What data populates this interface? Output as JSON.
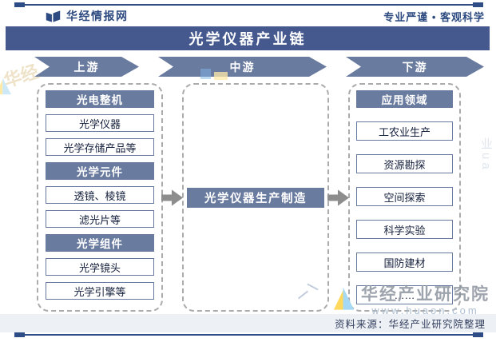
{
  "header": {
    "brand": "华经情报网",
    "tagline": "专业严谨 • 客观科学",
    "title": "光学仪器产业链"
  },
  "chain": {
    "stages": [
      {
        "label": "上游",
        "sections": [
          {
            "header": "光电整机",
            "items": [
              "光学仪器",
              "光学存储产品等"
            ]
          },
          {
            "header": "光学元件",
            "items": [
              "透镜、棱镜",
              "滤光片等"
            ]
          },
          {
            "header": "光学组件",
            "items": [
              "光学镜头",
              "光学引擎等"
            ]
          }
        ]
      },
      {
        "label": "中游",
        "node": "光学仪器生产制造"
      },
      {
        "label": "下游",
        "sections": [
          {
            "header": "应用领域",
            "items": [
              "工农业生产",
              "资源勘探",
              "空间探索",
              "科学实验",
              "国防建材",
              "……"
            ]
          }
        ]
      }
    ]
  },
  "watermark": {
    "name": "华经产业研究院",
    "url": "www.huaon.com",
    "corner_text": "华经",
    "edge_text": "业ua"
  },
  "footer": {
    "source": "资料来源：华经产业研究院整理"
  },
  "colors": {
    "title_bar": "#45598f",
    "stage_fill": "#6a7ba0",
    "edge_line": "#2e4d87",
    "flow_arrow": "#8d8d8d",
    "box_border": "#67799e",
    "footer_bg": "#edf1f6",
    "brand_text": "#2c4a80"
  }
}
